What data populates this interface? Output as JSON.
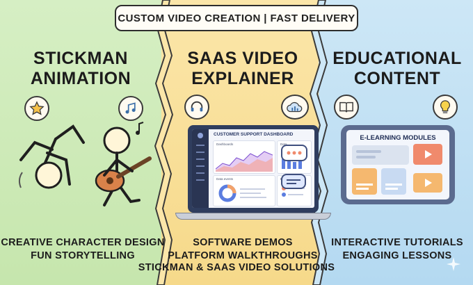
{
  "banner": "CUSTOM VIDEO CREATION | FAST DELIVERY",
  "columns": [
    {
      "title_line1": "STICKMAN",
      "title_line2": "ANIMATION",
      "caption_line1": "CREATIVE CHARACTER DESIGN",
      "caption_line2": "FUN STORYTELLING",
      "icons": [
        "star-icon",
        "music-note-icon"
      ]
    },
    {
      "title_line1": "SAAS VIDEO",
      "title_line2": "EXPLAINER",
      "caption_line1": "SOFTWARE DEMOS",
      "caption_line2": "PLATFORM WALKTHROUGHS",
      "icons": [
        "headset-icon",
        "cloud-chart-icon"
      ],
      "screen": {
        "title": "CUSTOMER SUPPORT DASHBOARD",
        "card_dashboards": "Dashboards",
        "card_data": "Data",
        "card_data_events": "Data events"
      }
    },
    {
      "title_line1": "EDUCATIONAL",
      "title_line2": "CONTENT",
      "caption_line1": "INTERACTIVE TUTORIALS",
      "caption_line2": "ENGAGING LESSONS",
      "icons": [
        "book-icon",
        "lightbulb-icon"
      ],
      "screen": {
        "title": "E-LEARNING MODULES"
      }
    }
  ],
  "footer": "STICKMAN & SAAS VIDEO SOLUTIONS",
  "colors": {
    "green": "#c6e6ad",
    "yellow": "#f6d98a",
    "blue": "#b4d9f1",
    "accent_red": "#f08a6c"
  }
}
